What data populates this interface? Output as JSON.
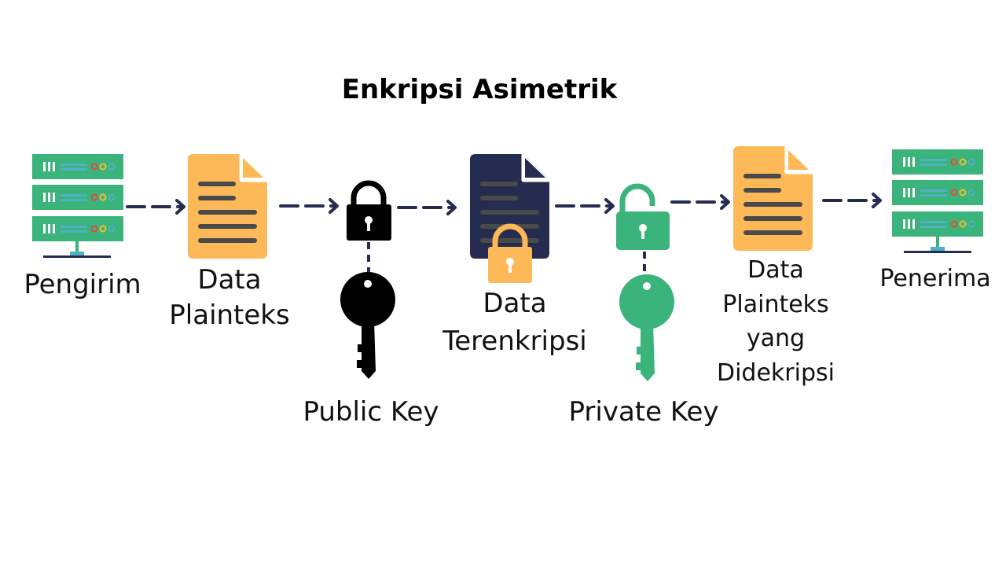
{
  "title": "Enkripsi Asimetrik",
  "nodes": {
    "sender": "Pengirim",
    "plaintext": [
      "Data",
      "Plainteks"
    ],
    "public_key": "Public Key",
    "encrypted": [
      "Data",
      "Terenkripsi"
    ],
    "private_key": "Private Key",
    "decrypted": [
      "Data",
      "Plainteks",
      "yang",
      "Didekripsi"
    ],
    "receiver": "Penerima"
  },
  "colors": {
    "server": "#3ab47b",
    "server_bar": "#4fb0c6",
    "doc_orange": "#fdb957",
    "doc_dark": "#262c4f",
    "lock_black": "#000000",
    "key_green": "#3ab47b",
    "arrow": "#262c4f",
    "doc_line": "#4a4a4a"
  }
}
